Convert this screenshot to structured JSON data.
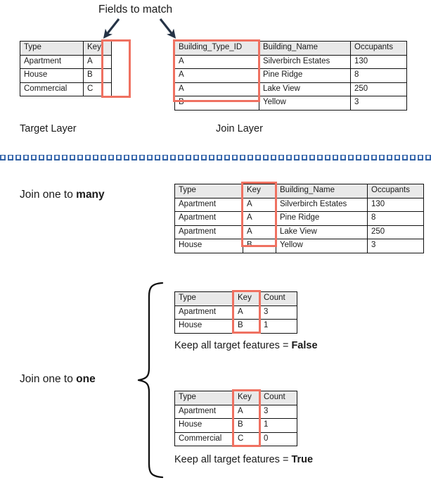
{
  "annotations": {
    "fields_to_match": "Fields to match",
    "target_layer": "Target Layer",
    "join_layer": "Join Layer",
    "join_one_to_many_prefix": "Join one to ",
    "join_one_to_many_emphasis": "many",
    "join_one_to_one_prefix": "Join one to ",
    "join_one_to_one_emphasis": "one",
    "keep_false_prefix": "Keep all target features = ",
    "keep_false_emphasis": "False",
    "keep_true_prefix": "Keep all target features = ",
    "keep_true_emphasis": "True"
  },
  "colors": {
    "highlight": "#ef7161",
    "arrow": "#253346",
    "divider": "#2e5fa3",
    "header_fill": "#e9e9e9",
    "border": "#111111"
  },
  "tables": {
    "target_layer": {
      "name": "Target Layer",
      "columns": [
        "Type",
        "Key"
      ],
      "highlight_column": "Key",
      "rows": [
        [
          "Apartment",
          "A"
        ],
        [
          "House",
          "B"
        ],
        [
          "Commercial",
          "C"
        ]
      ]
    },
    "join_layer": {
      "name": "Join Layer",
      "columns": [
        "Building_Type_ID",
        "Building_Name",
        "Occupants"
      ],
      "highlight_column": "Building_Type_ID",
      "rows": [
        [
          "A",
          "Silverbirch Estates",
          "130"
        ],
        [
          "A",
          "Pine Ridge",
          "8"
        ],
        [
          "A",
          "Lake View",
          "250"
        ],
        [
          "B",
          "Yellow",
          "3"
        ]
      ]
    },
    "one_to_many_result": {
      "name": "Join one to many result",
      "columns": [
        "Type",
        "Key",
        "Building_Name",
        "Occupants"
      ],
      "highlight_column": "Key",
      "rows": [
        [
          "Apartment",
          "A",
          "Silverbirch Estates",
          "130"
        ],
        [
          "Apartment",
          "A",
          "Pine Ridge",
          "8"
        ],
        [
          "Apartment",
          "A",
          "Lake View",
          "250"
        ],
        [
          "House",
          "B",
          "Yellow",
          "3"
        ]
      ]
    },
    "one_to_one_keep_false": {
      "name": "Join one to one, keep all target features = False",
      "columns": [
        "Type",
        "Key",
        "Count"
      ],
      "highlight_column": "Key",
      "rows": [
        [
          "Apartment",
          "A",
          "3"
        ],
        [
          "House",
          "B",
          "1"
        ]
      ]
    },
    "one_to_one_keep_true": {
      "name": "Join one to one, keep all target features = True",
      "columns": [
        "Type",
        "Key",
        "Count"
      ],
      "highlight_column": "Key",
      "rows": [
        [
          "Apartment",
          "A",
          "3"
        ],
        [
          "House",
          "B",
          "1"
        ],
        [
          "Commercial",
          "C",
          "0"
        ]
      ]
    }
  }
}
